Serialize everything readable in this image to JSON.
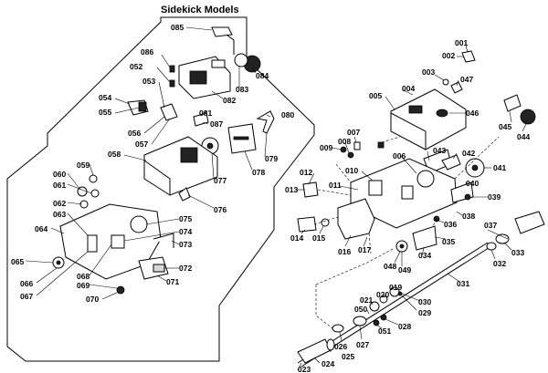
{
  "title": "Sidekick Models",
  "callouts": {
    "p001": "001",
    "p002": "002",
    "p003": "003",
    "p004": "004",
    "p005": "005",
    "p006": "006",
    "p007": "007",
    "p008": "008",
    "p009": "009",
    "p010": "010",
    "p011": "011",
    "p012": "012",
    "p013": "013",
    "p014": "014",
    "p015": "015",
    "p016": "016",
    "p017": "017",
    "p019": "019",
    "p020": "020",
    "p021": "021",
    "p023": "023",
    "p024": "024",
    "p025": "025",
    "p026": "026",
    "p027": "027",
    "p028": "028",
    "p029": "029",
    "p030": "030",
    "p031": "031",
    "p032": "032",
    "p033": "033",
    "p034": "034",
    "p035": "035",
    "p036": "036",
    "p037": "037",
    "p038": "038",
    "p039": "039",
    "p040": "040",
    "p041": "041",
    "p042": "042",
    "p043": "043",
    "p044": "044",
    "p045": "045",
    "p046": "046",
    "p047": "047",
    "p048": "048",
    "p049": "049",
    "p050": "050",
    "p051": "051",
    "p052": "052",
    "p053": "053",
    "p054": "054",
    "p055": "055",
    "p056": "056",
    "p057": "057",
    "p058": "058",
    "p059": "059",
    "p060": "060",
    "p061": "061",
    "p062": "062",
    "p063": "063",
    "p064": "064",
    "p065": "065",
    "p066": "066",
    "p067": "067",
    "p068": "068",
    "p069": "069",
    "p070": "070",
    "p071": "071",
    "p072": "072",
    "p073": "073",
    "p074": "074",
    "p075": "075",
    "p076": "076",
    "p077": "077",
    "p078": "078",
    "p079": "079",
    "p080": "080",
    "p081": "081",
    "p082": "082",
    "p083": "083",
    "p084": "084",
    "p085": "085",
    "p086": "086",
    "p087": "087"
  }
}
